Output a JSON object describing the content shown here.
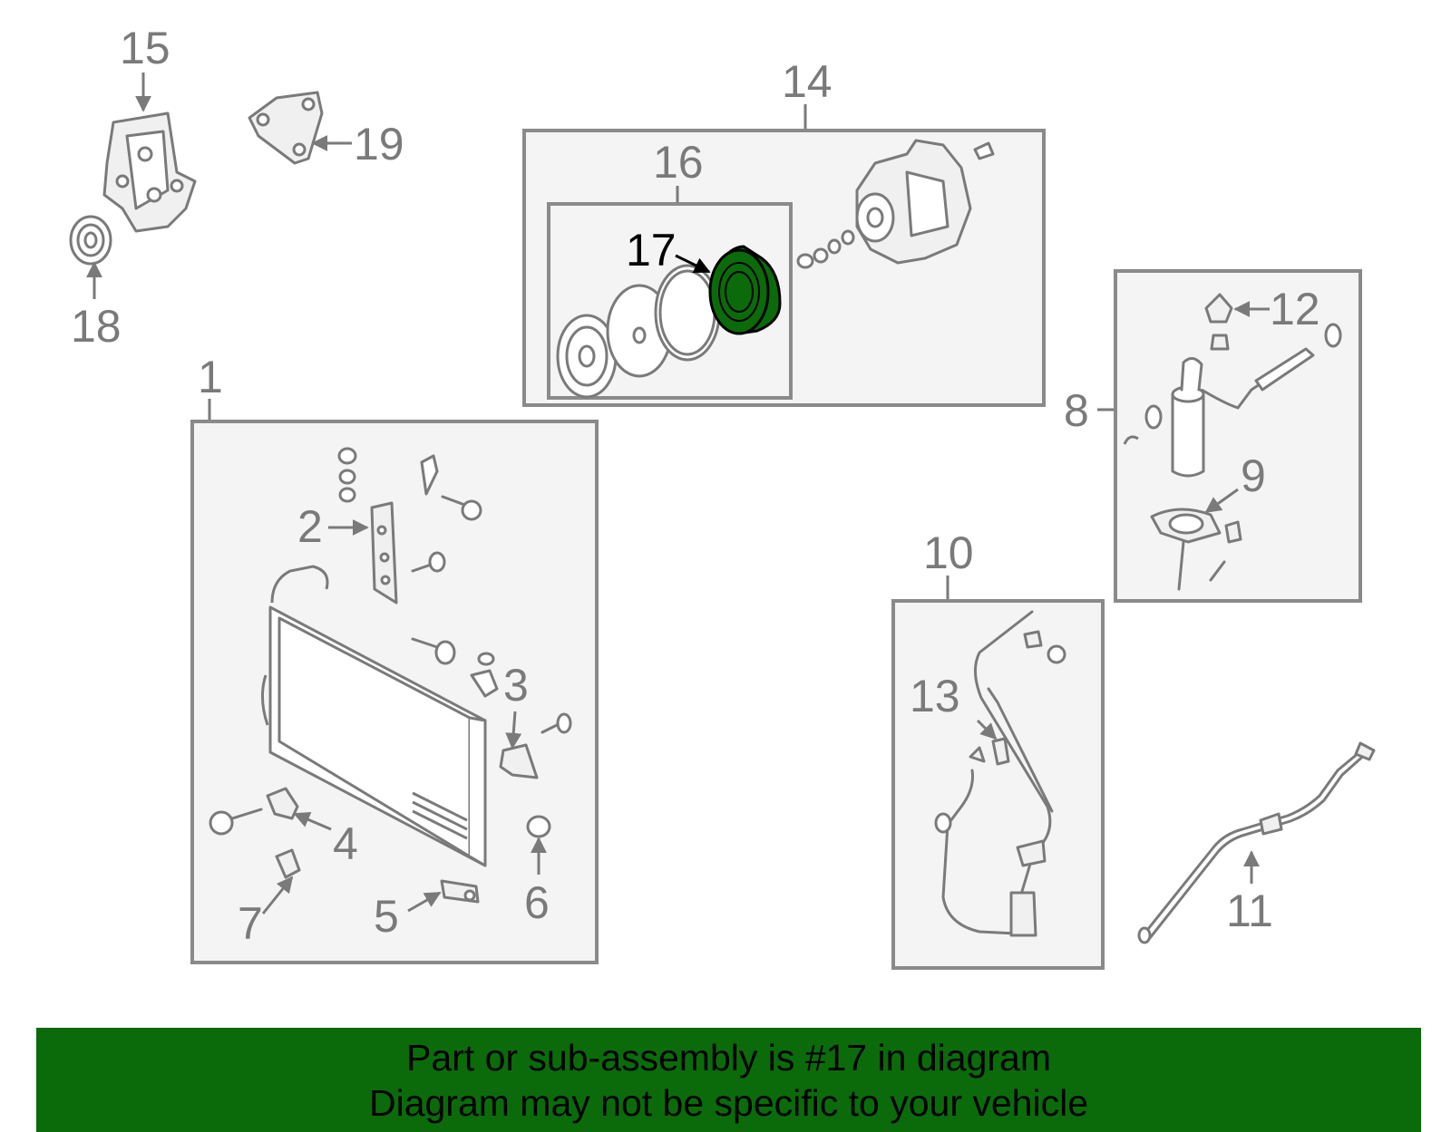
{
  "callouts": {
    "c1": "1",
    "c2": "2",
    "c3": "3",
    "c4": "4",
    "c5": "5",
    "c6": "6",
    "c7": "7",
    "c8": "8",
    "c9": "9",
    "c10": "10",
    "c11": "11",
    "c12": "12",
    "c13": "13",
    "c14": "14",
    "c15": "15",
    "c16": "16",
    "c17": "17",
    "c18": "18",
    "c19": "19"
  },
  "highlight": {
    "part": "17",
    "color": "#0b6b0b"
  },
  "banner": {
    "line1": "Part or sub-assembly is #17 in diagram",
    "line2": "Diagram may not be specific to your vehicle",
    "color": "#0b6b0b"
  }
}
